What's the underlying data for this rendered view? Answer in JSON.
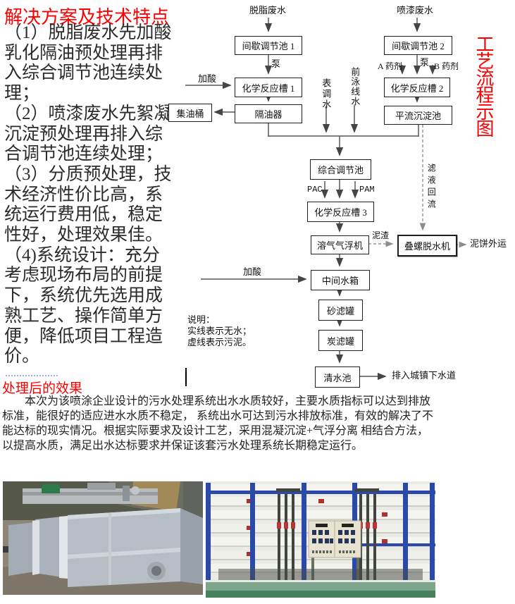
{
  "colors": {
    "accent_red": "#ff0000"
  },
  "left_panel": {
    "heading": "解决方案及技术特点",
    "body": "（1）脱脂废水先加酸\n乳化隔油预处理再排\n入综合调节池连续处\n理；\n（2）喷漆废水先絮凝\n沉淀预处理再排入综\n合调节池连续处理；\n（3）分质预处理，技\n术经济性价比高，系\n统运行费用低，稳定\n性好，处理效果佳。\n（4)系统设计：充分\n考虑现场布局的前提\n下，系统优先选用成\n熟工艺、操作简单方\n便，降低项目工程造\n价。"
  },
  "flowchart": {
    "side_title": "工艺流程示图",
    "nodes": {
      "batch_tank_1": "间歇调节池 1",
      "chem_tank_1": "化学反应槽 1",
      "oil_collector": "集油桶",
      "oil_separator": "隔油器",
      "batch_tank_2": "间歇调节池 2",
      "chem_tank_2": "化学反应槽 2",
      "sedimentation_tank": "平流沉淀池",
      "combined_tank": "综合调节池",
      "chem_tank_3": "化学反应槽 3",
      "daf_machine": "溶气气浮机",
      "screw_dewaterer": "叠螺脱水机",
      "middle_tank": "中间水箱",
      "sand_filter": "砂滤罐",
      "carbon_filter": "炭滤罐",
      "clear_water_tank": "清水池"
    },
    "labels": {
      "degreasing_wastewater": "脱脂废水",
      "painting_wastewater": "喷漆废水",
      "pump_left": "泵",
      "pump_right": "泵",
      "acid_top": "加酸",
      "acid_bottom": "加酸",
      "agent_a": "A 药剂",
      "agent_b": "B 药剂",
      "surface_adjust_water": "表调水",
      "pre_paint_line_water": "前泳线水",
      "pac": "PAC",
      "pam": "PAM",
      "sludge": "泥渣",
      "filtrate_reflux": "滤液回流",
      "mud_cake_out": "泥饼外运",
      "discharge": "排入城镇下水道"
    },
    "note": "说明：\n实线表示无水；\n虚线表示污泥。"
  },
  "effect_section": {
    "heading": "处理后的效果",
    "paragraph": "　　本次为该喷涂企业设计的污水处理系统出水水质较好，主要水质指标可以达到排放\n标准，能很好的适应进水水质不稳定， 系统出水可达到污水排放标准，有效的解决了不\n能达标的现实情况。根据实际要求及设计工艺，采用混凝沉淀+气浮分离 相结合方法，\n以提高水质，满足出水达标要求并保证该套污水处理系统长期稳定运行。"
  }
}
